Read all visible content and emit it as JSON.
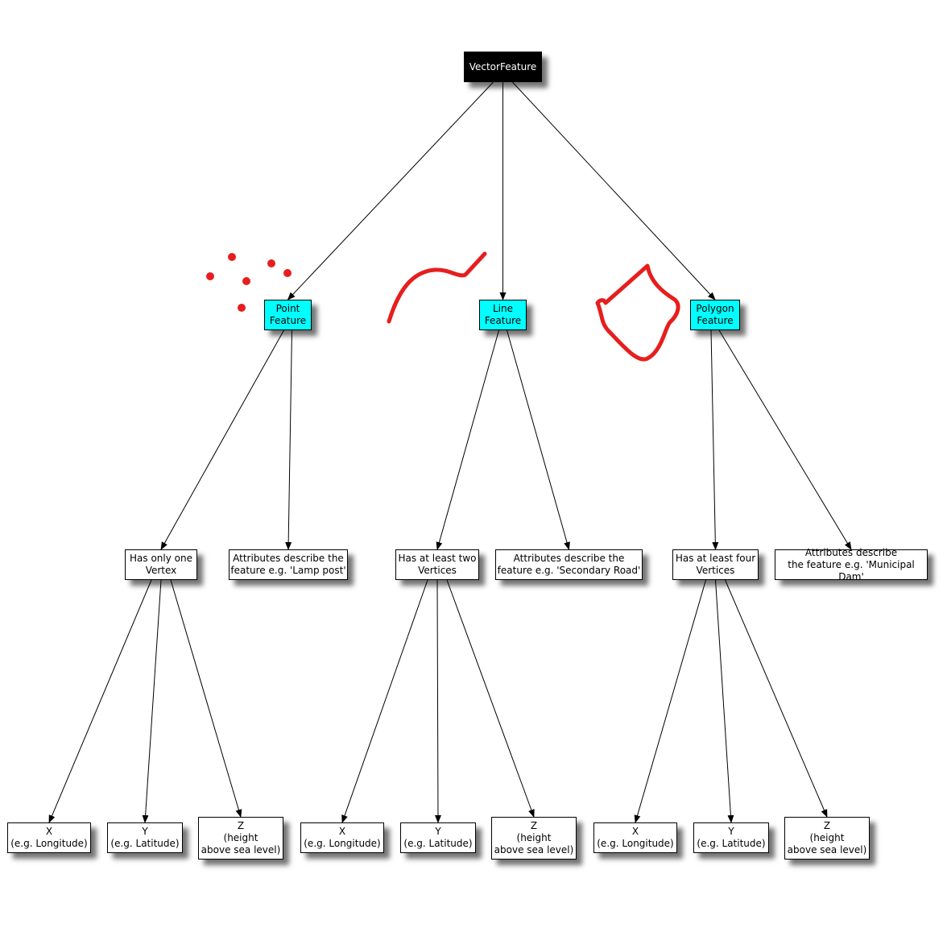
{
  "colors": {
    "root_fill": "#000000",
    "root_text": "#ffffff",
    "category_fill": "#00ffff",
    "node_fill": "#ffffff",
    "edge": "#000000",
    "sketch": "#e61e1e"
  },
  "nodes": {
    "root": {
      "label": "VectorFeature"
    },
    "point": {
      "label": "Point\nFeature"
    },
    "line": {
      "label": "Line\nFeature"
    },
    "polygon": {
      "label": "Polygon\nFeature"
    },
    "point_vertex": {
      "label": "Has only one\nVertex"
    },
    "point_attr": {
      "label": "Attributes describe the\nfeature e.g. 'Lamp post'"
    },
    "line_vertex": {
      "label": "Has at least two\nVertices"
    },
    "line_attr": {
      "label": "Attributes describe the\nfeature e.g. 'Secondary Road'"
    },
    "poly_vertex": {
      "label": "Has at least four\nVertices"
    },
    "poly_attr": {
      "label": "Attributes describe\nthe feature e.g. 'Municipal Dam'"
    },
    "p_x": {
      "label": "X\n(e.g. Longitude)"
    },
    "p_y": {
      "label": "Y\n(e.g. Latitude)"
    },
    "p_z": {
      "label": "Z\n(height\nabove sea level)"
    },
    "l_x": {
      "label": "X\n(e.g. Longitude)"
    },
    "l_y": {
      "label": "Y\n(e.g. Latitude)"
    },
    "l_z": {
      "label": "Z\n(height\nabove sea level)"
    },
    "g_x": {
      "label": "X\n(e.g. Longitude)"
    },
    "g_y": {
      "label": "Y\n(e.g. Latitude)"
    },
    "g_z": {
      "label": "Z\n(height\nabove sea level)"
    }
  },
  "edges": [
    [
      "root",
      "point"
    ],
    [
      "root",
      "line"
    ],
    [
      "root",
      "polygon"
    ],
    [
      "point",
      "point_vertex"
    ],
    [
      "point",
      "point_attr"
    ],
    [
      "line",
      "line_vertex"
    ],
    [
      "line",
      "line_attr"
    ],
    [
      "polygon",
      "poly_vertex"
    ],
    [
      "polygon",
      "poly_attr"
    ],
    [
      "point_vertex",
      "p_x"
    ],
    [
      "point_vertex",
      "p_y"
    ],
    [
      "point_vertex",
      "p_z"
    ],
    [
      "line_vertex",
      "l_x"
    ],
    [
      "line_vertex",
      "l_y"
    ],
    [
      "line_vertex",
      "l_z"
    ],
    [
      "poly_vertex",
      "g_x"
    ],
    [
      "poly_vertex",
      "g_y"
    ],
    [
      "poly_vertex",
      "g_z"
    ]
  ]
}
